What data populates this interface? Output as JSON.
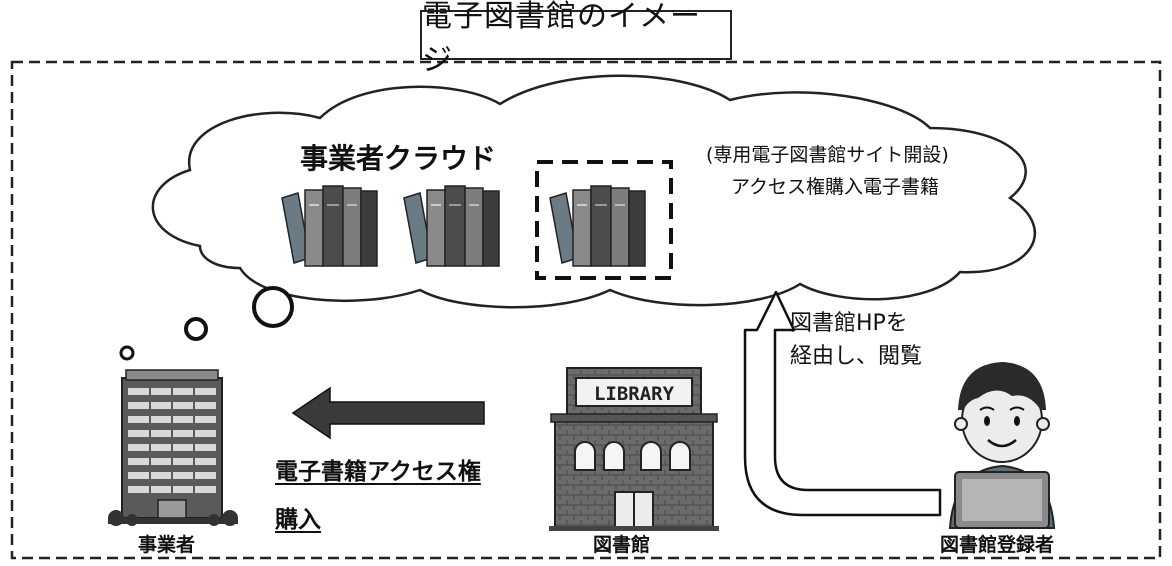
{
  "title": "電子図書館のイメージ",
  "cloud": {
    "title": "事業者クラウド",
    "note_line1": "(専用電子図書館サイト開設)",
    "note_line2": "アクセス権購入電子書籍"
  },
  "route_text": {
    "line1": "図書館HPを",
    "line2": "経由し、閲覧"
  },
  "purchase_text": {
    "line1": "電子書籍アクセス権",
    "line2": "購入"
  },
  "actors": {
    "business": "事業者",
    "library": "図書館",
    "user": "図書館登録者"
  },
  "library_sign": "LIBRARY"
}
